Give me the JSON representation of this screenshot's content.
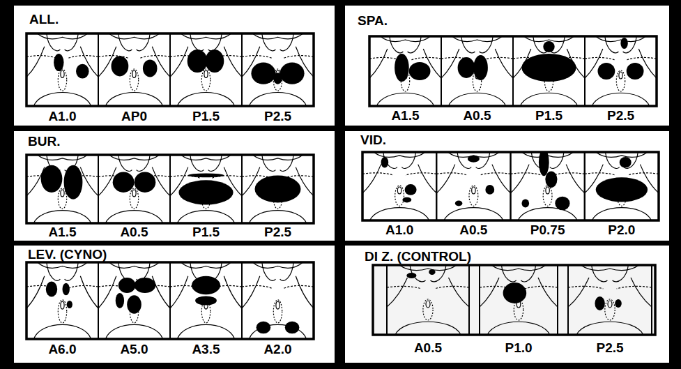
{
  "diagram": {
    "nodes": [
      {
        "text": [
          "ALL."
        ]
      },
      {
        "text": [
          "SPA."
        ]
      },
      {
        "text": [
          "BUR."
        ]
      },
      {
        "text": [
          "VID."
        ]
      },
      {
        "text": [
          "LEV. (CYNO)"
        ]
      },
      {
        "text": [
          "DI Z. (CONTROL)"
        ]
      }
    ],
    "labels": [
      "A1.0",
      "AP0",
      "P1.5",
      "P2.5",
      "A1.5",
      "A0.5",
      "P1.5",
      "P2.5",
      "A1.5",
      "A0.5",
      "P1.5",
      "P2.5",
      "A1.0",
      "A0.5",
      "P0.75",
      "P2.0",
      "A6.0",
      "A5.0",
      "A3.5",
      "A2.0",
      "A0.5",
      "P1.0",
      "P2.5"
    ]
  }
}
